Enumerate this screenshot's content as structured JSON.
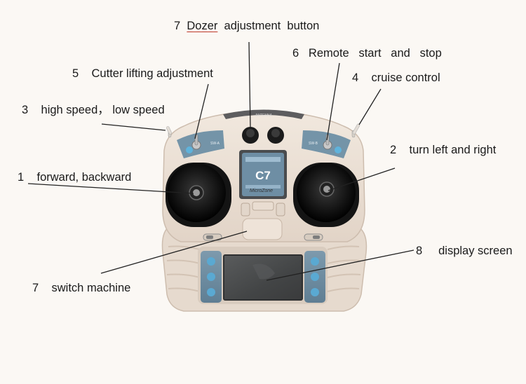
{
  "labels": {
    "dozer_num": "7",
    "dozer_word": "Dozer",
    "dozer_rest": "adjustment  button",
    "remote": "6   Remote   start   and   stop",
    "cutter": "5    Cutter lifting adjustment",
    "cruise": "4    cruise control",
    "speed": "3    high speed， low speed",
    "turn": "2    turn left and right",
    "forward": "1    forward, backward",
    "display": "8     display screen",
    "switch": "7    switch machine"
  },
  "device": {
    "antenna_label": "ANTENNA",
    "model_label": "C7",
    "brand_label": "MicroZone",
    "left_toggle_label": "SW-A",
    "right_toggle_label": "SW-B"
  },
  "colors": {
    "background": "#fbf8f4",
    "body": "#ece1d6",
    "stick_wells": "#141414",
    "screen": "#4b4d4e",
    "panel": "#6e8fa4",
    "buttons": "#5aa9d2",
    "leader_lines": "#222222"
  },
  "icons": [
    "toggle-switch-icon",
    "knob-icon",
    "joystick-icon",
    "screen-icon",
    "side-button-icon",
    "slide-switch-icon"
  ]
}
